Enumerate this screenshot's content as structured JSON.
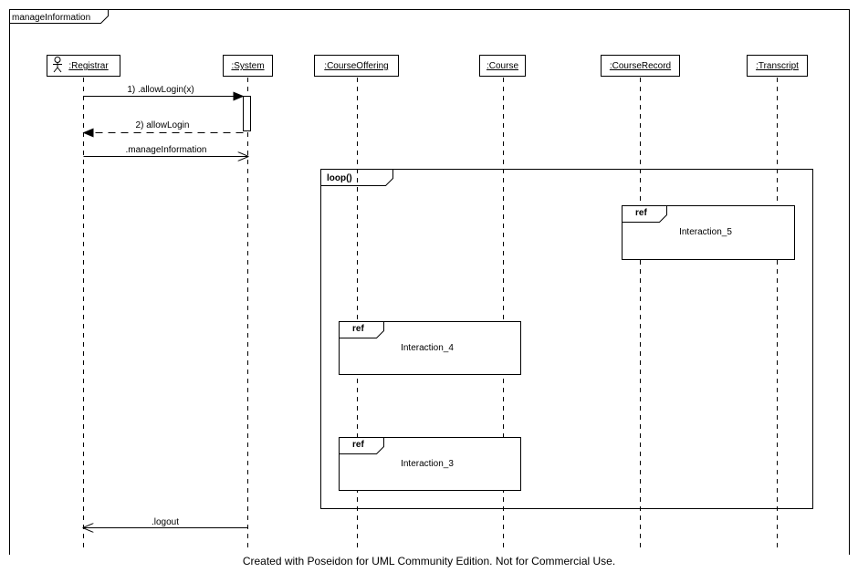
{
  "diagram": {
    "frame_title": "manageInformation",
    "lifelines": [
      {
        "id": "registrar",
        "label": ":Registrar",
        "actor": true
      },
      {
        "id": "system",
        "label": ":System"
      },
      {
        "id": "courseoffering",
        "label": ":CourseOffering"
      },
      {
        "id": "course",
        "label": ":Course"
      },
      {
        "id": "courserecord",
        "label": ":CourseRecord"
      },
      {
        "id": "transcript",
        "label": ":Transcript"
      }
    ],
    "messages": [
      {
        "id": "allow-login-call",
        "label": "1) .allowLogin(x)",
        "from": "registrar",
        "to": "system",
        "kind": "sync"
      },
      {
        "id": "allow-login-return",
        "label": "2) allowLogin",
        "from": "system",
        "to": "registrar",
        "kind": "return"
      },
      {
        "id": "manage-information",
        "label": ".manageInformation",
        "from": "registrar",
        "to": "system",
        "kind": "async"
      },
      {
        "id": "logout",
        "label": ".logout",
        "from": "system",
        "to": "registrar",
        "kind": "async"
      }
    ],
    "loop_label": "loop()",
    "refs": [
      {
        "id": "interaction-5",
        "tag": "ref",
        "label": "Interaction_5"
      },
      {
        "id": "interaction-4",
        "tag": "ref",
        "label": "Interaction_4"
      },
      {
        "id": "interaction-3",
        "tag": "ref",
        "label": "Interaction_3"
      }
    ]
  },
  "footer": "Created with Poseidon for UML Community Edition. Not for Commercial Use."
}
